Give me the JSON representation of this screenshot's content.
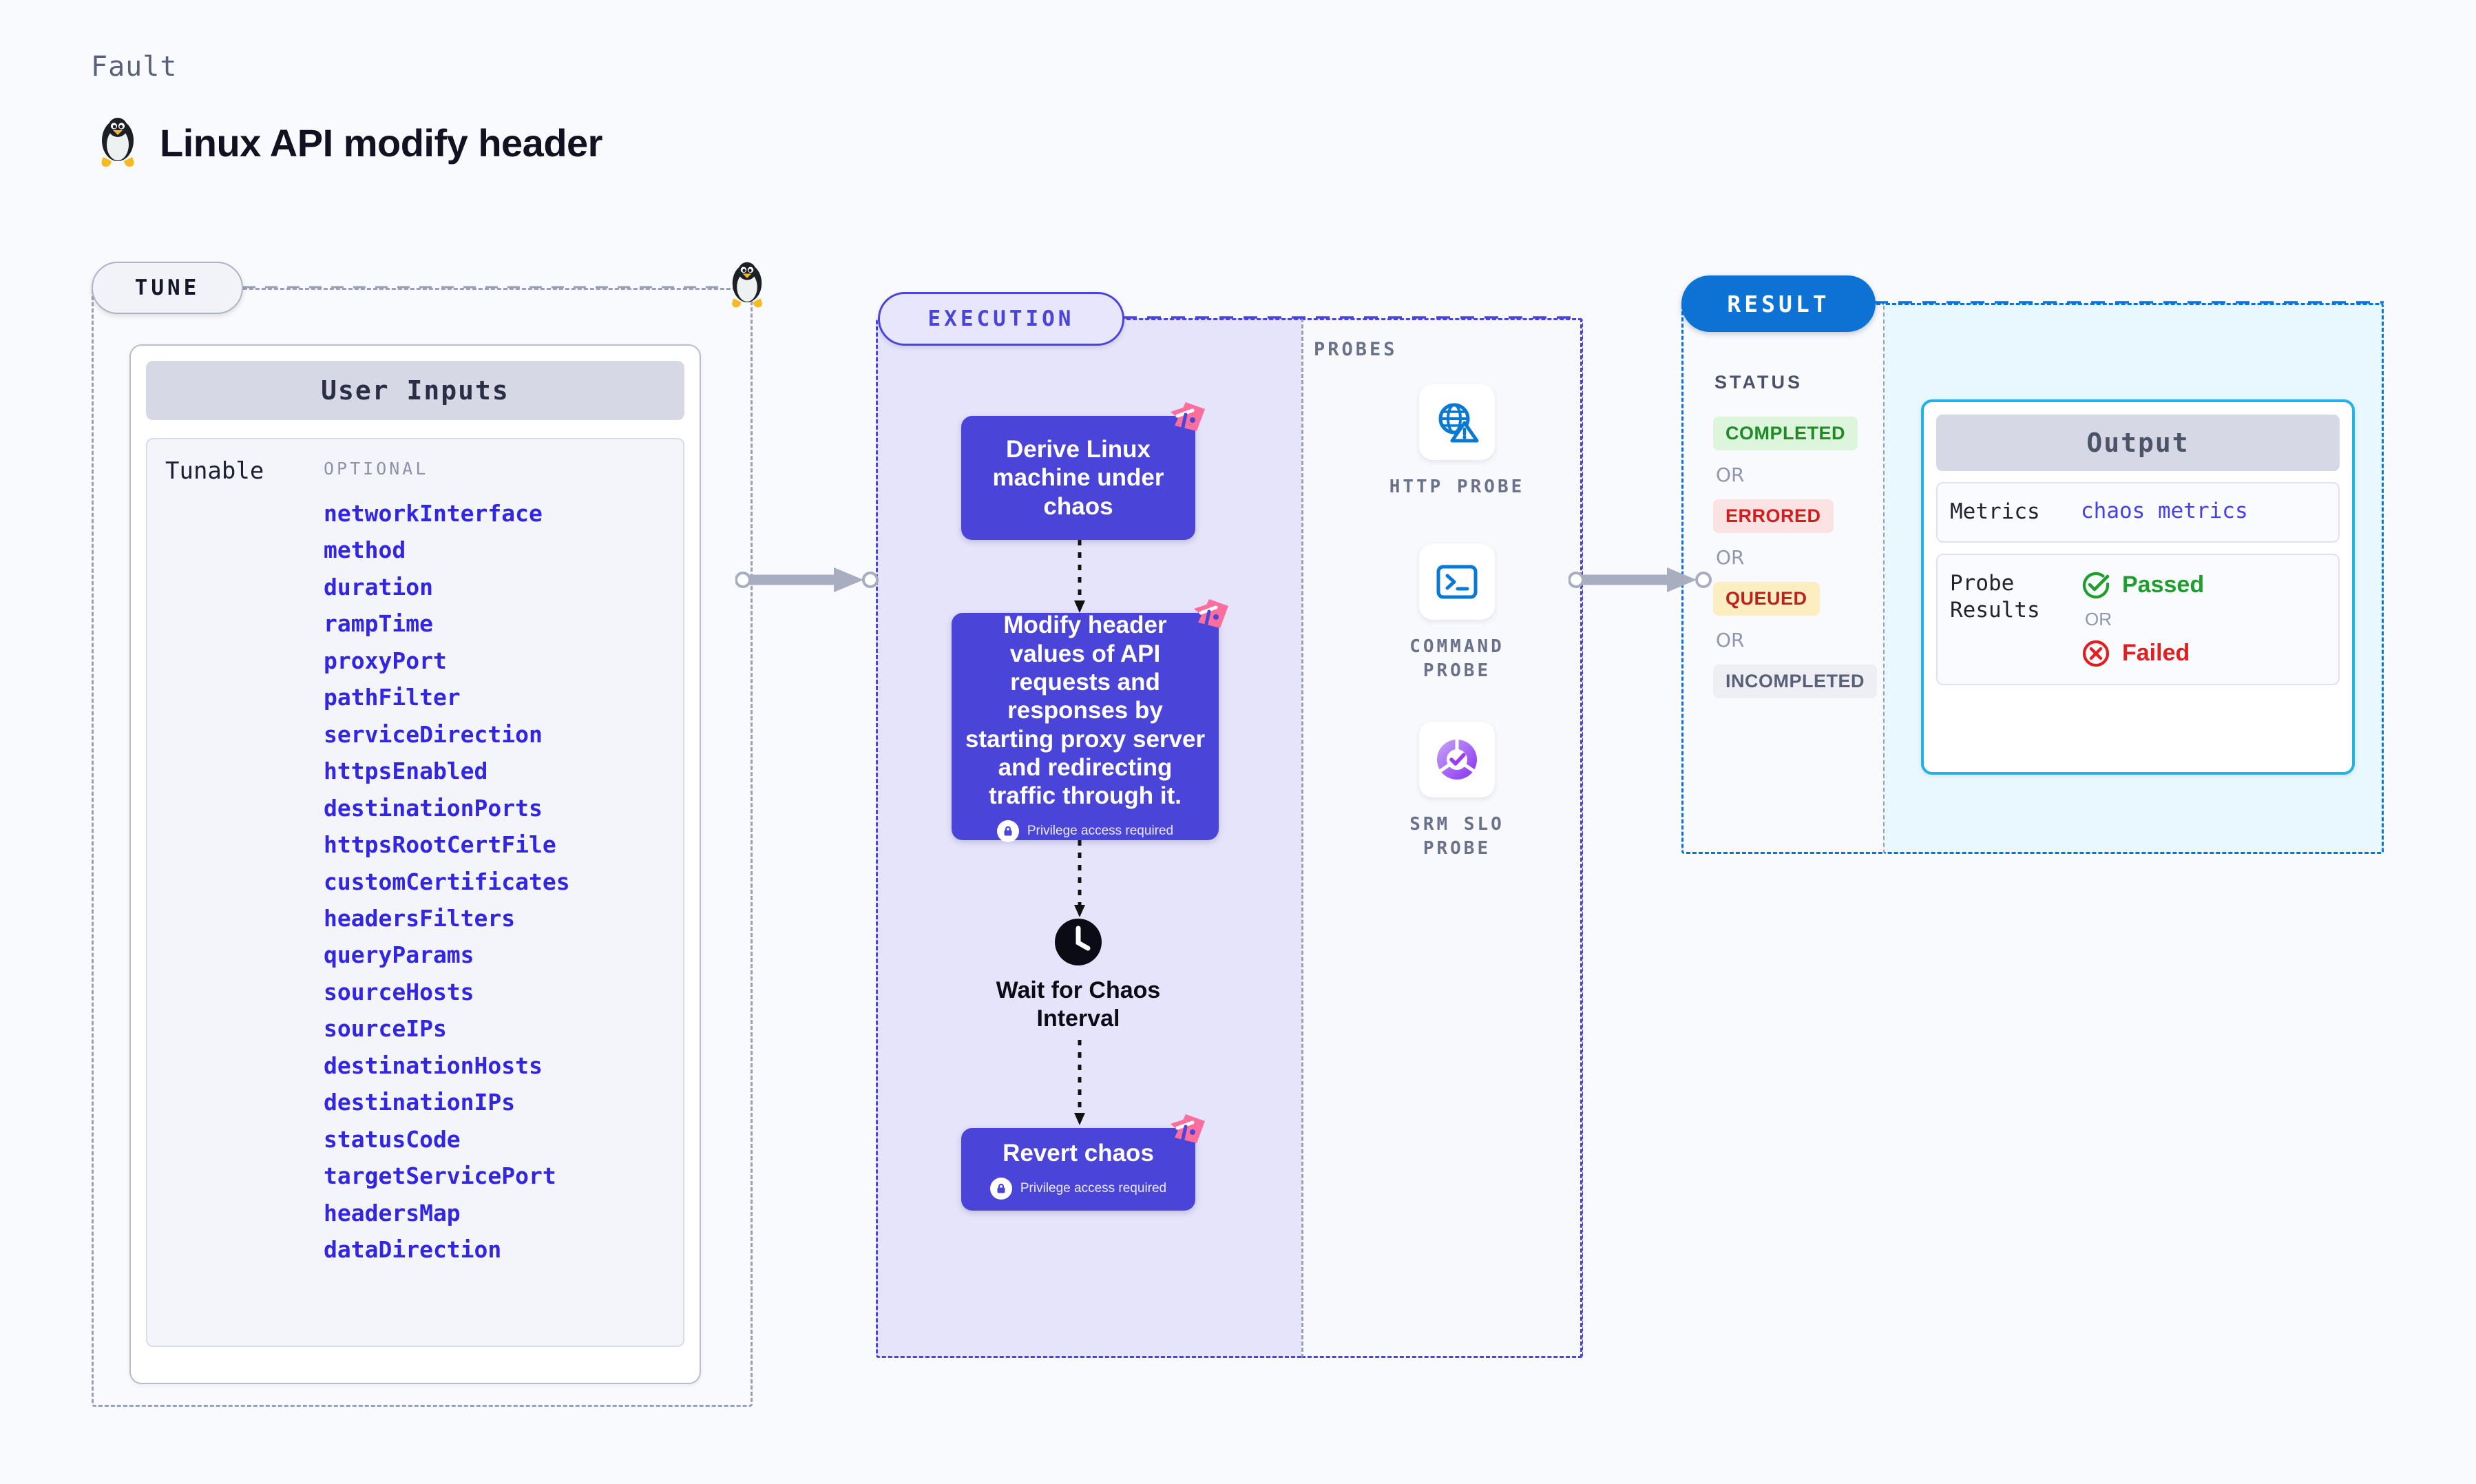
{
  "header": {
    "eyebrow": "Fault",
    "title": "Linux API modify header",
    "icon": "tux-penguin-icon"
  },
  "tune": {
    "badge": "TUNE",
    "card_title": "User Inputs",
    "group_label": "Tunable",
    "optional_label": "OPTIONAL",
    "params": [
      "networkInterface",
      "method",
      "duration",
      "rampTime",
      "proxyPort",
      "pathFilter",
      "serviceDirection",
      "httpsEnabled",
      "destinationPorts",
      "httpsRootCertFile",
      "customCertificates",
      "headersFilters",
      "queryParams",
      "sourceHosts",
      "sourceIPs",
      "destinationHosts",
      "destinationIPs",
      "statusCode",
      "targetServicePort",
      "headersMap",
      "dataDirection"
    ]
  },
  "execution": {
    "badge": "EXECUTION",
    "nodes": [
      {
        "id": "derive",
        "text": "Derive Linux machine under chaos",
        "privilege": null,
        "ribbon": true
      },
      {
        "id": "modify",
        "text": "Modify header values of API requests and responses by starting proxy server and redirecting traffic through it.",
        "privilege": "Privilege access required",
        "ribbon": true
      },
      {
        "id": "wait",
        "text": "Wait for Chaos Interval",
        "privilege": null,
        "ribbon": false
      },
      {
        "id": "revert",
        "text": "Revert chaos",
        "privilege": "Privilege access required",
        "ribbon": true
      }
    ]
  },
  "probes": {
    "title": "PROBES",
    "items": [
      {
        "label": "HTTP PROBE",
        "icon": "globe-warning-icon"
      },
      {
        "label": "COMMAND\nPROBE",
        "icon": "terminal-icon"
      },
      {
        "label": "SRM SLO\nPROBE",
        "icon": "srm-slo-donut-icon"
      }
    ]
  },
  "result": {
    "badge": "RESULT",
    "status_title": "STATUS",
    "or_label": "OR",
    "statuses": [
      {
        "label": "COMPLETED",
        "bg": "#ddf5dd",
        "fg": "#1f8a26"
      },
      {
        "label": "ERRORED",
        "bg": "#fbe3e3",
        "fg": "#d01f1f"
      },
      {
        "label": "QUEUED",
        "bg": "#fdeec2",
        "fg": "#c01f1f"
      },
      {
        "label": "INCOMPLETED",
        "bg": "#eeeff5",
        "fg": "#5a6078"
      }
    ],
    "output": {
      "title": "Output",
      "metrics_key": "Metrics",
      "metrics_value": "chaos metrics",
      "probe_results_key": "Probe Results",
      "passed_label": "Passed",
      "failed_label": "Failed",
      "or_label": "OR"
    }
  },
  "colors": {
    "node_blue": "#4a44d9",
    "result_blue": "#0c73d4",
    "output_border": "#23b2e8",
    "ribbon_pink": "#fb6e9e",
    "param_blue": "#3226e0",
    "page_bg": "#f9fafd"
  }
}
